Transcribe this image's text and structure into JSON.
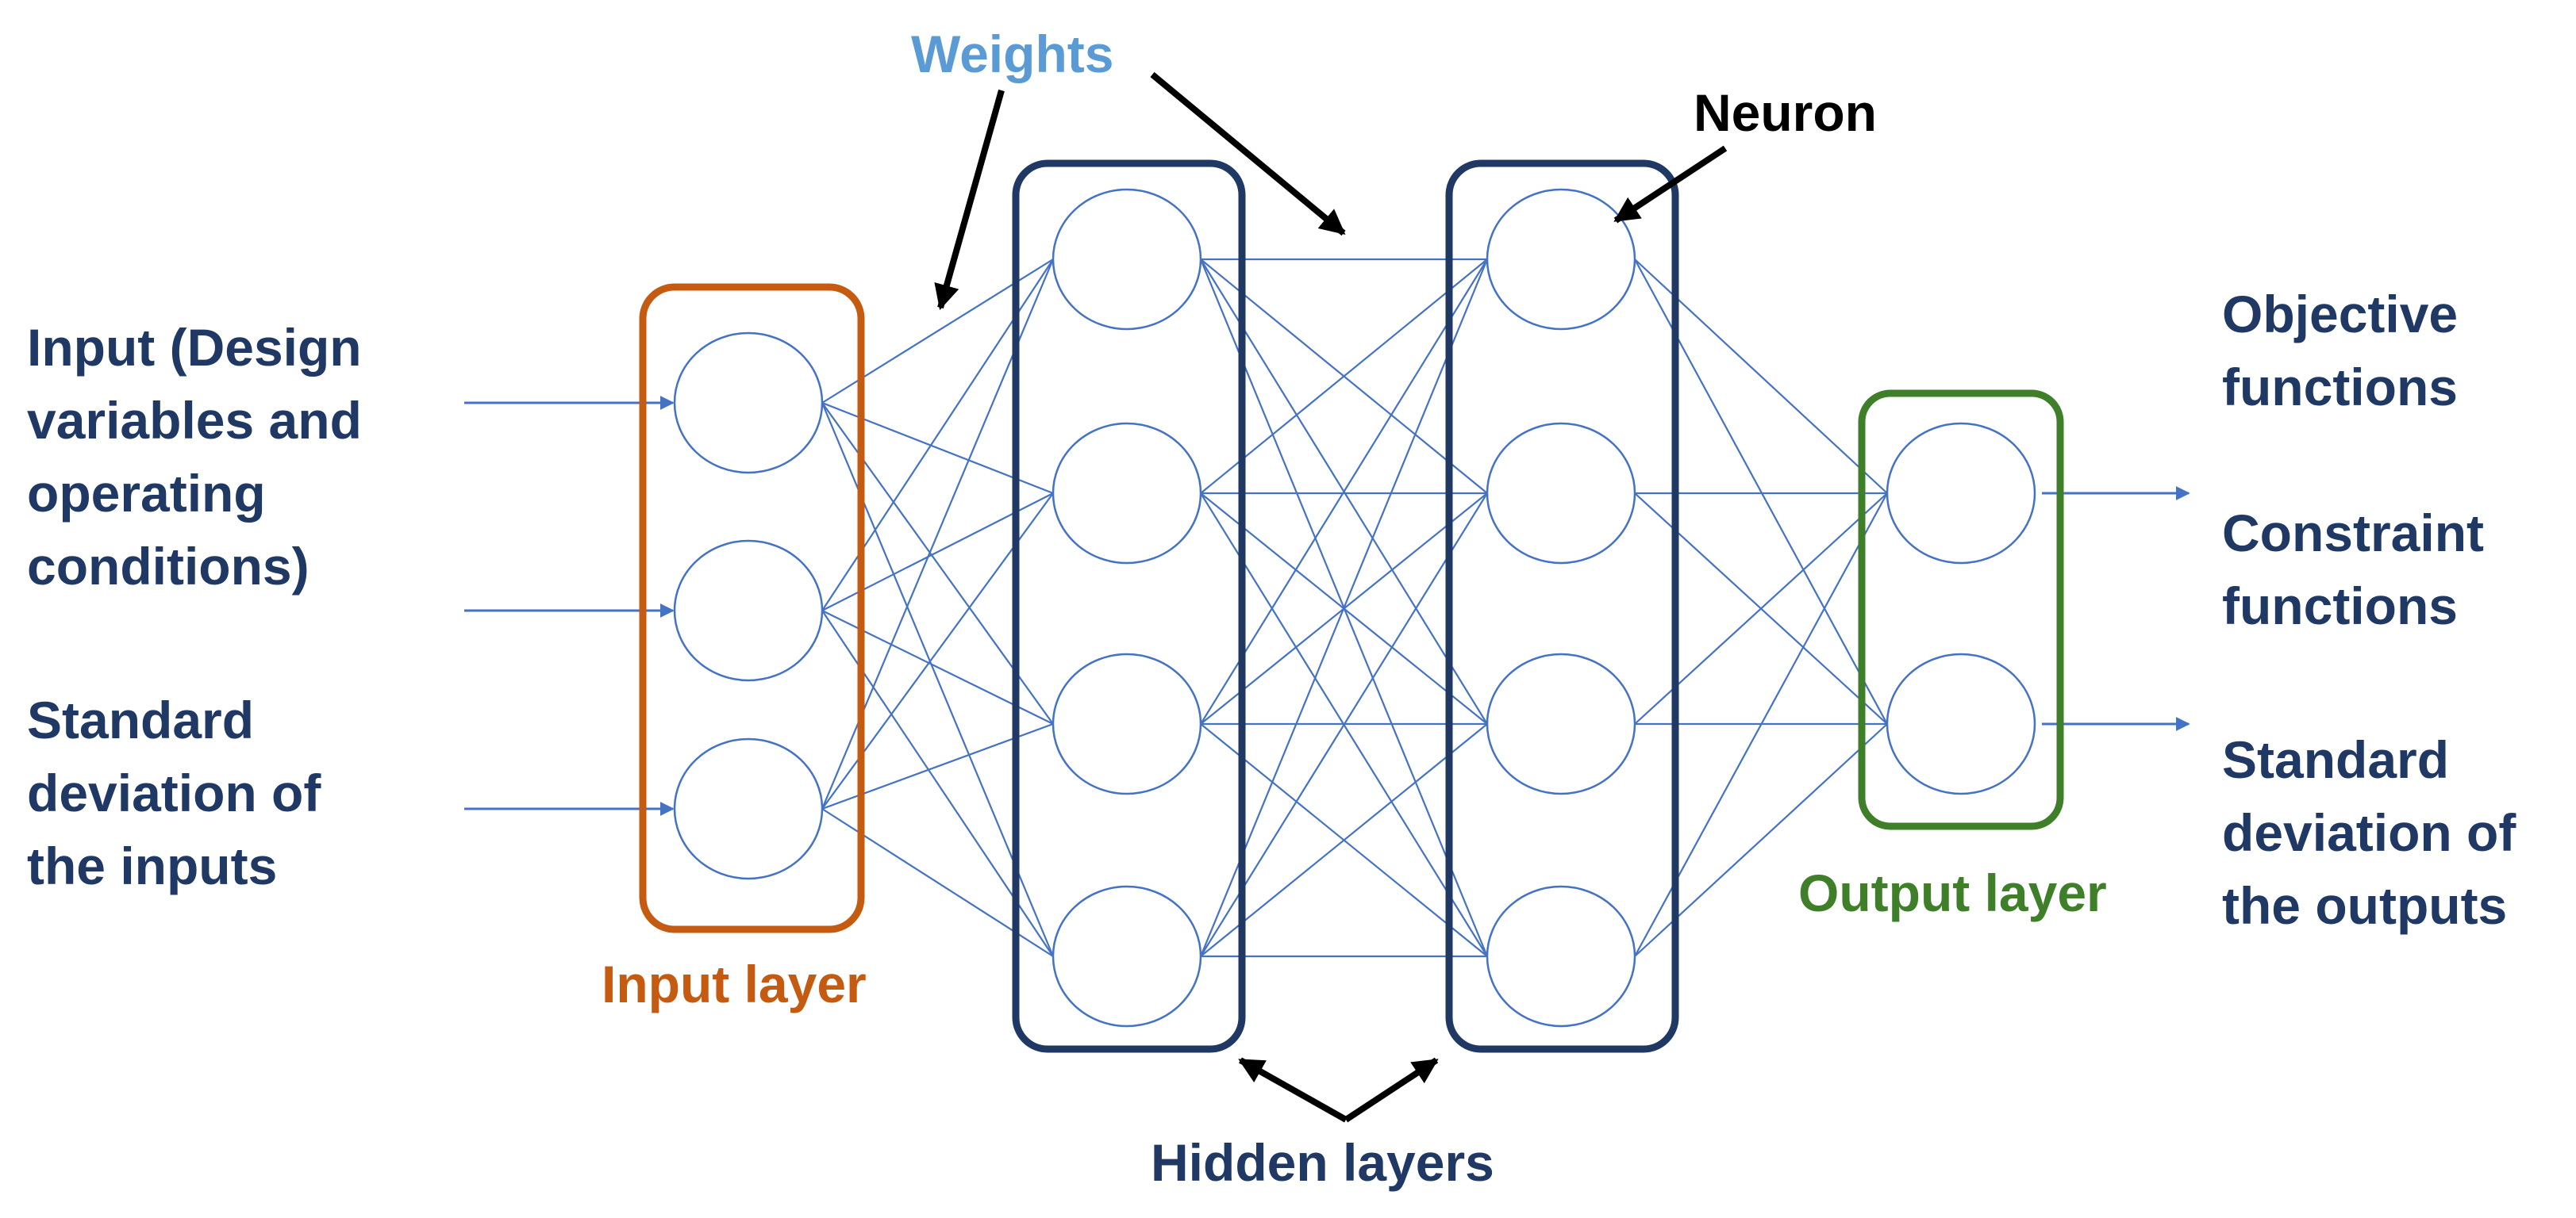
{
  "labels": {
    "weights": "Weights",
    "neuron": "Neuron",
    "hidden_layers": "Hidden layers",
    "input_layer": "Input layer",
    "output_layer": "Output layer"
  },
  "inputs": [
    [
      "Input (Design",
      "variables and",
      "operating",
      "conditions)"
    ],
    [
      "Standard",
      "deviation of",
      "the inputs"
    ]
  ],
  "outputs": [
    [
      "Objective",
      "functions"
    ],
    [
      "Constraint",
      "functions"
    ],
    [
      "Standard",
      "deviation of",
      "the outputs"
    ]
  ],
  "network": {
    "layer_sizes": [
      3,
      4,
      4,
      2
    ],
    "colors": {
      "input_layer": "#c55a11",
      "hidden_layer": "#1f3864",
      "output_layer": "#3f7f2a",
      "connection": "#4472c4",
      "weights_label": "#5b9bd5",
      "text": "#1f3864",
      "pointer_arrow": "#000000"
    }
  }
}
